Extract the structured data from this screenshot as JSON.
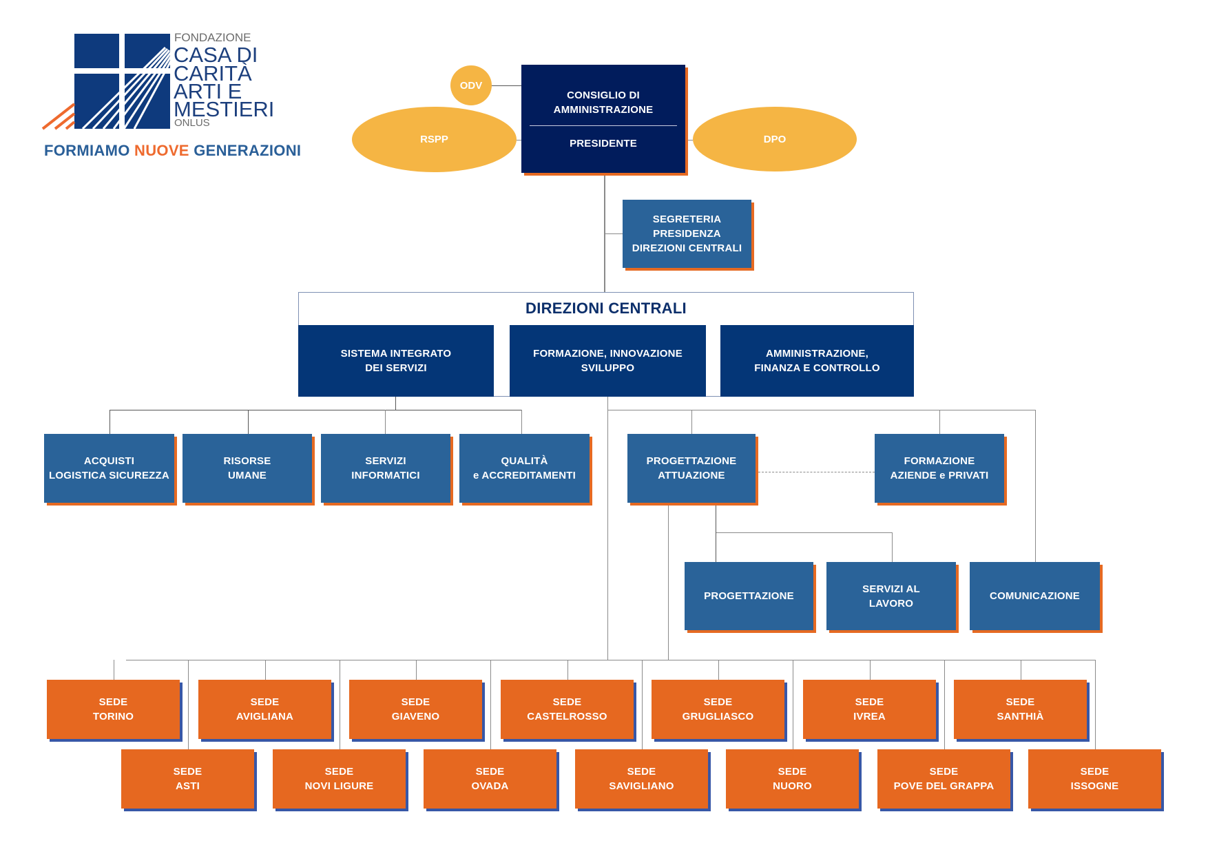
{
  "logo": {
    "line1": "FONDAZIONE",
    "line2": "CASA DI",
    "line3": "CARITÀ",
    "line4": "ARTI E",
    "line5": "MESTIERI",
    "line6": "ONLUS",
    "tagline_part1": "FORMIAMO",
    "tagline_part2": "NUOVE",
    "tagline_part3": "GENERAZIONI"
  },
  "colors": {
    "navy": "#011c5c",
    "dark_blue": "#043677",
    "mid_blue": "#2a6399",
    "orange": "#e66820",
    "yellow": "#f5b544",
    "shadow_blue": "#3757a7"
  },
  "top": {
    "odv": "ODV",
    "rspp": "RSPP",
    "dpo": "DPO",
    "board_line1": "CONSIGLIO DI",
    "board_line2": "AMMINISTRAZIONE",
    "president": "PRESIDENTE"
  },
  "secretariat": {
    "line1": "SEGRETERIA",
    "line2": "PRESIDENZA",
    "line3": "DIREZIONI CENTRALI"
  },
  "central_directorates": {
    "title": "DIREZIONI CENTRALI",
    "units": [
      {
        "line1": "SISTEMA INTEGRATO",
        "line2": "DEI SERVIZI"
      },
      {
        "line1": "FORMAZIONE, INNOVAZIONE",
        "line2": "SVILUPPO"
      },
      {
        "line1": "AMMINISTRAZIONE,",
        "line2": "FINANZA E CONTROLLO"
      }
    ]
  },
  "services": [
    {
      "line1": "ACQUISTI",
      "line2": "LOGISTICA SICUREZZA"
    },
    {
      "line1": "RISORSE",
      "line2": "UMANE"
    },
    {
      "line1": "SERVIZI",
      "line2": "INFORMATICI"
    },
    {
      "line1": "QUALITÀ",
      "line2": "e ACCREDITAMENTI"
    }
  ],
  "training": {
    "planning_impl": {
      "line1": "PROGETTAZIONE",
      "line2": "ATTUAZIONE"
    },
    "business_training": {
      "line1": "FORMAZIONE",
      "line2": "AZIENDE e PRIVATI"
    },
    "sub": [
      {
        "line1": "PROGETTAZIONE",
        "line2": ""
      },
      {
        "line1": "SERVIZI AL",
        "line2": "LAVORO"
      },
      {
        "line1": "COMUNICAZIONE",
        "line2": ""
      }
    ]
  },
  "sedi_row1": [
    {
      "line1": "SEDE",
      "line2": "TORINO"
    },
    {
      "line1": "SEDE",
      "line2": "AVIGLIANA"
    },
    {
      "line1": "SEDE",
      "line2": "GIAVENO"
    },
    {
      "line1": "SEDE",
      "line2": "CASTELROSSO"
    },
    {
      "line1": "SEDE",
      "line2": "GRUGLIASCO"
    },
    {
      "line1": "SEDE",
      "line2": "IVREA"
    },
    {
      "line1": "SEDE",
      "line2": "SANTHIÀ"
    }
  ],
  "sedi_row2": [
    {
      "line1": "SEDE",
      "line2": "ASTI"
    },
    {
      "line1": "SEDE",
      "line2": "NOVI LIGURE"
    },
    {
      "line1": "SEDE",
      "line2": "OVADA"
    },
    {
      "line1": "SEDE",
      "line2": "SAVIGLIANO"
    },
    {
      "line1": "SEDE",
      "line2": "NUORO"
    },
    {
      "line1": "SEDE",
      "line2": "POVE DEL GRAPPA"
    },
    {
      "line1": "SEDE",
      "line2": "ISSOGNE"
    }
  ]
}
